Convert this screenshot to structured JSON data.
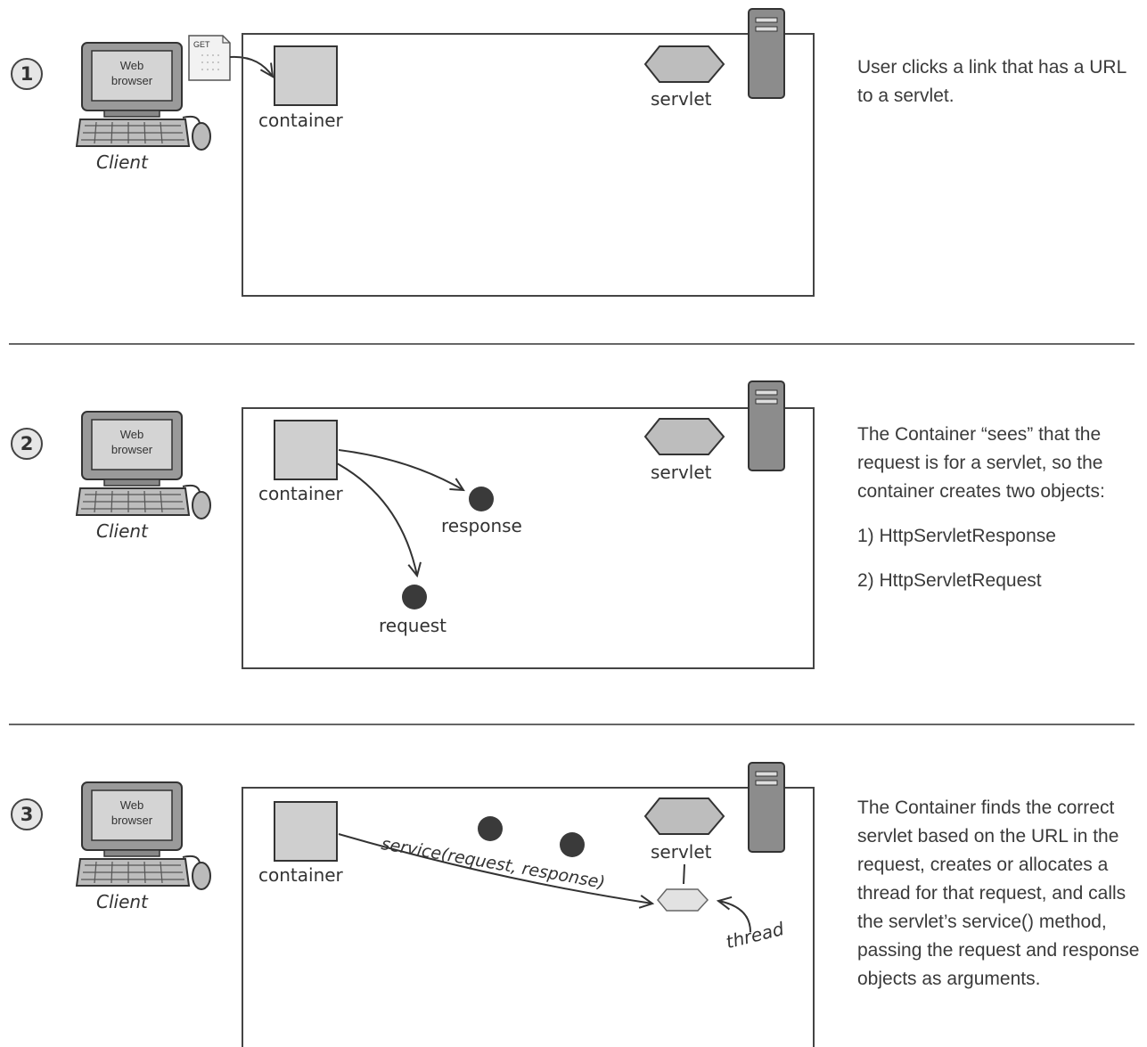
{
  "steps": [
    {
      "number": "1",
      "client": {
        "screen_text": [
          "Web",
          "browser"
        ],
        "label": "Client"
      },
      "url_note": "GET",
      "labels": {
        "container": "container",
        "servlet": "servlet"
      },
      "description": [
        "User clicks a link that has a URL to a servlet."
      ]
    },
    {
      "number": "2",
      "client": {
        "screen_text": [
          "Web",
          "browser"
        ],
        "label": "Client"
      },
      "labels": {
        "container": "container",
        "servlet": "servlet",
        "response": "response",
        "request": "request"
      },
      "description": [
        "The Container “sees” that the request is for a servlet, so the container creates two objects:",
        "1) HttpServletResponse",
        "2) HttpServletRequest"
      ]
    },
    {
      "number": "3",
      "client": {
        "screen_text": [
          "Web",
          "browser"
        ],
        "label": "Client"
      },
      "labels": {
        "container": "container",
        "servlet": "servlet",
        "call": "service(request, response)",
        "thread": "thread"
      },
      "description": [
        "The Container finds the correct servlet based on the URL in the request, creates or allocates a thread for that request, and calls the servlet’s service() method, passing the request and response objects as arguments."
      ]
    }
  ]
}
